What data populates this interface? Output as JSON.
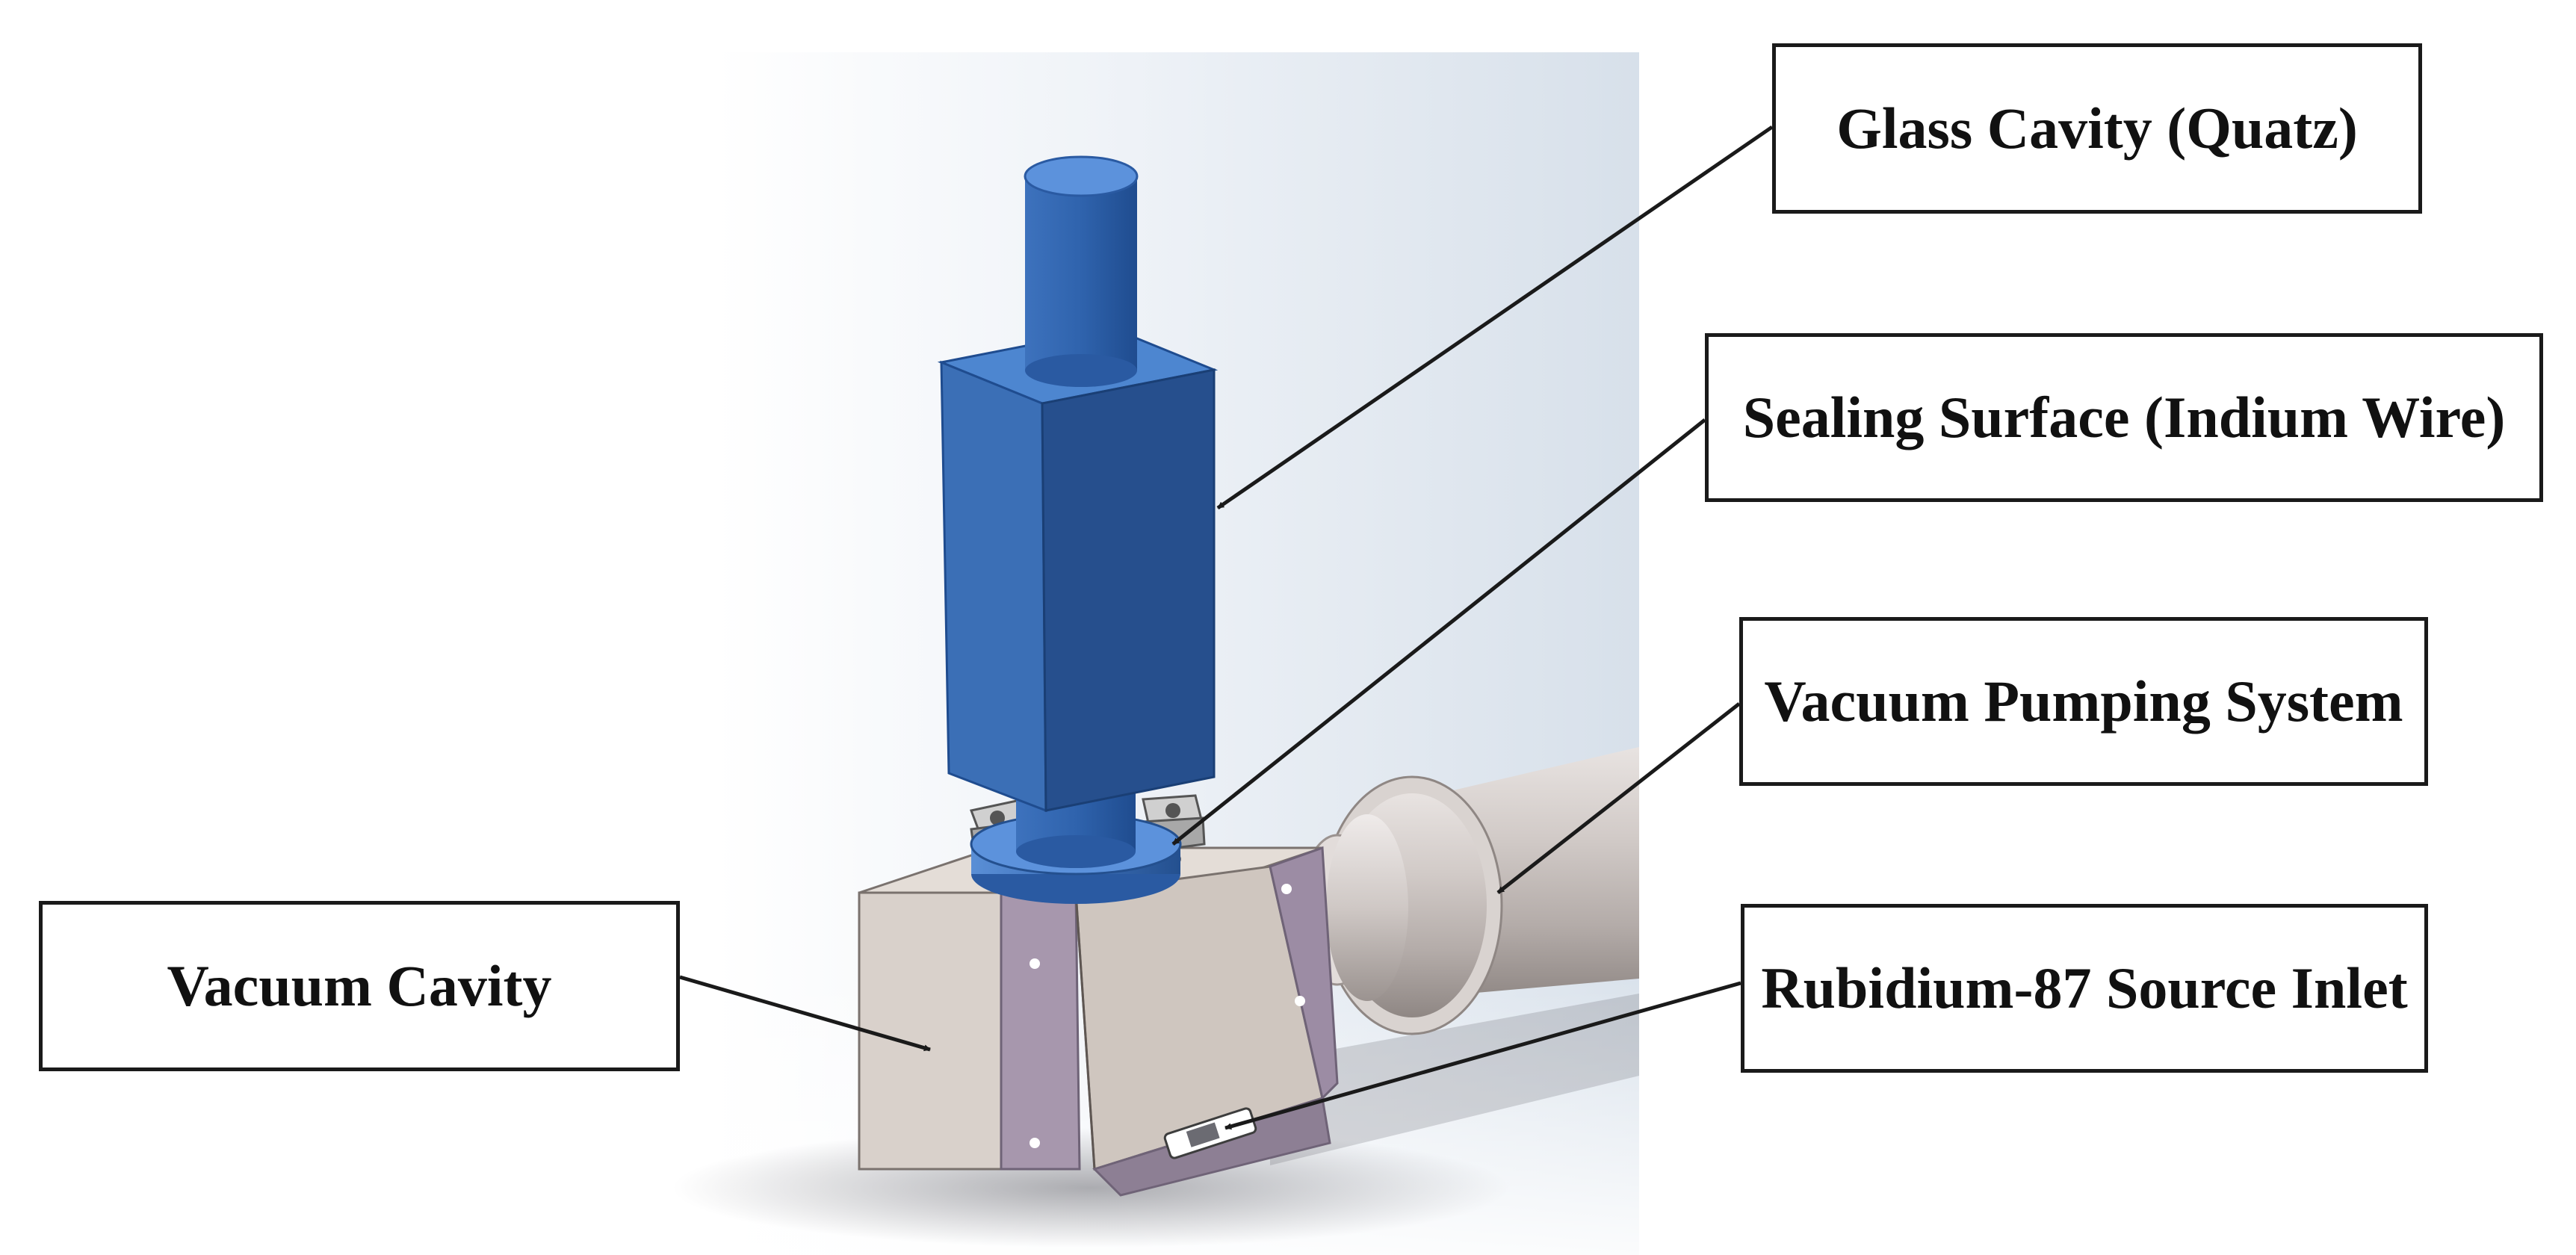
{
  "labels": {
    "glass_cavity": "Glass Cavity (Quatz)",
    "sealing_surface": "Sealing Surface (Indium Wire)",
    "vacuum_pumping": "Vacuum Pumping System",
    "rubidium_inlet": "Rubidium-87 Source Inlet",
    "vacuum_cavity": "Vacuum Cavity"
  },
  "colors": {
    "glass_blue": "#3b6fb6",
    "chamber_gray": "#d9d1cb",
    "chamber_purple": "#a797ad",
    "pump_gray": "#c9c3c0",
    "background_gradient": "#dce5ef"
  }
}
